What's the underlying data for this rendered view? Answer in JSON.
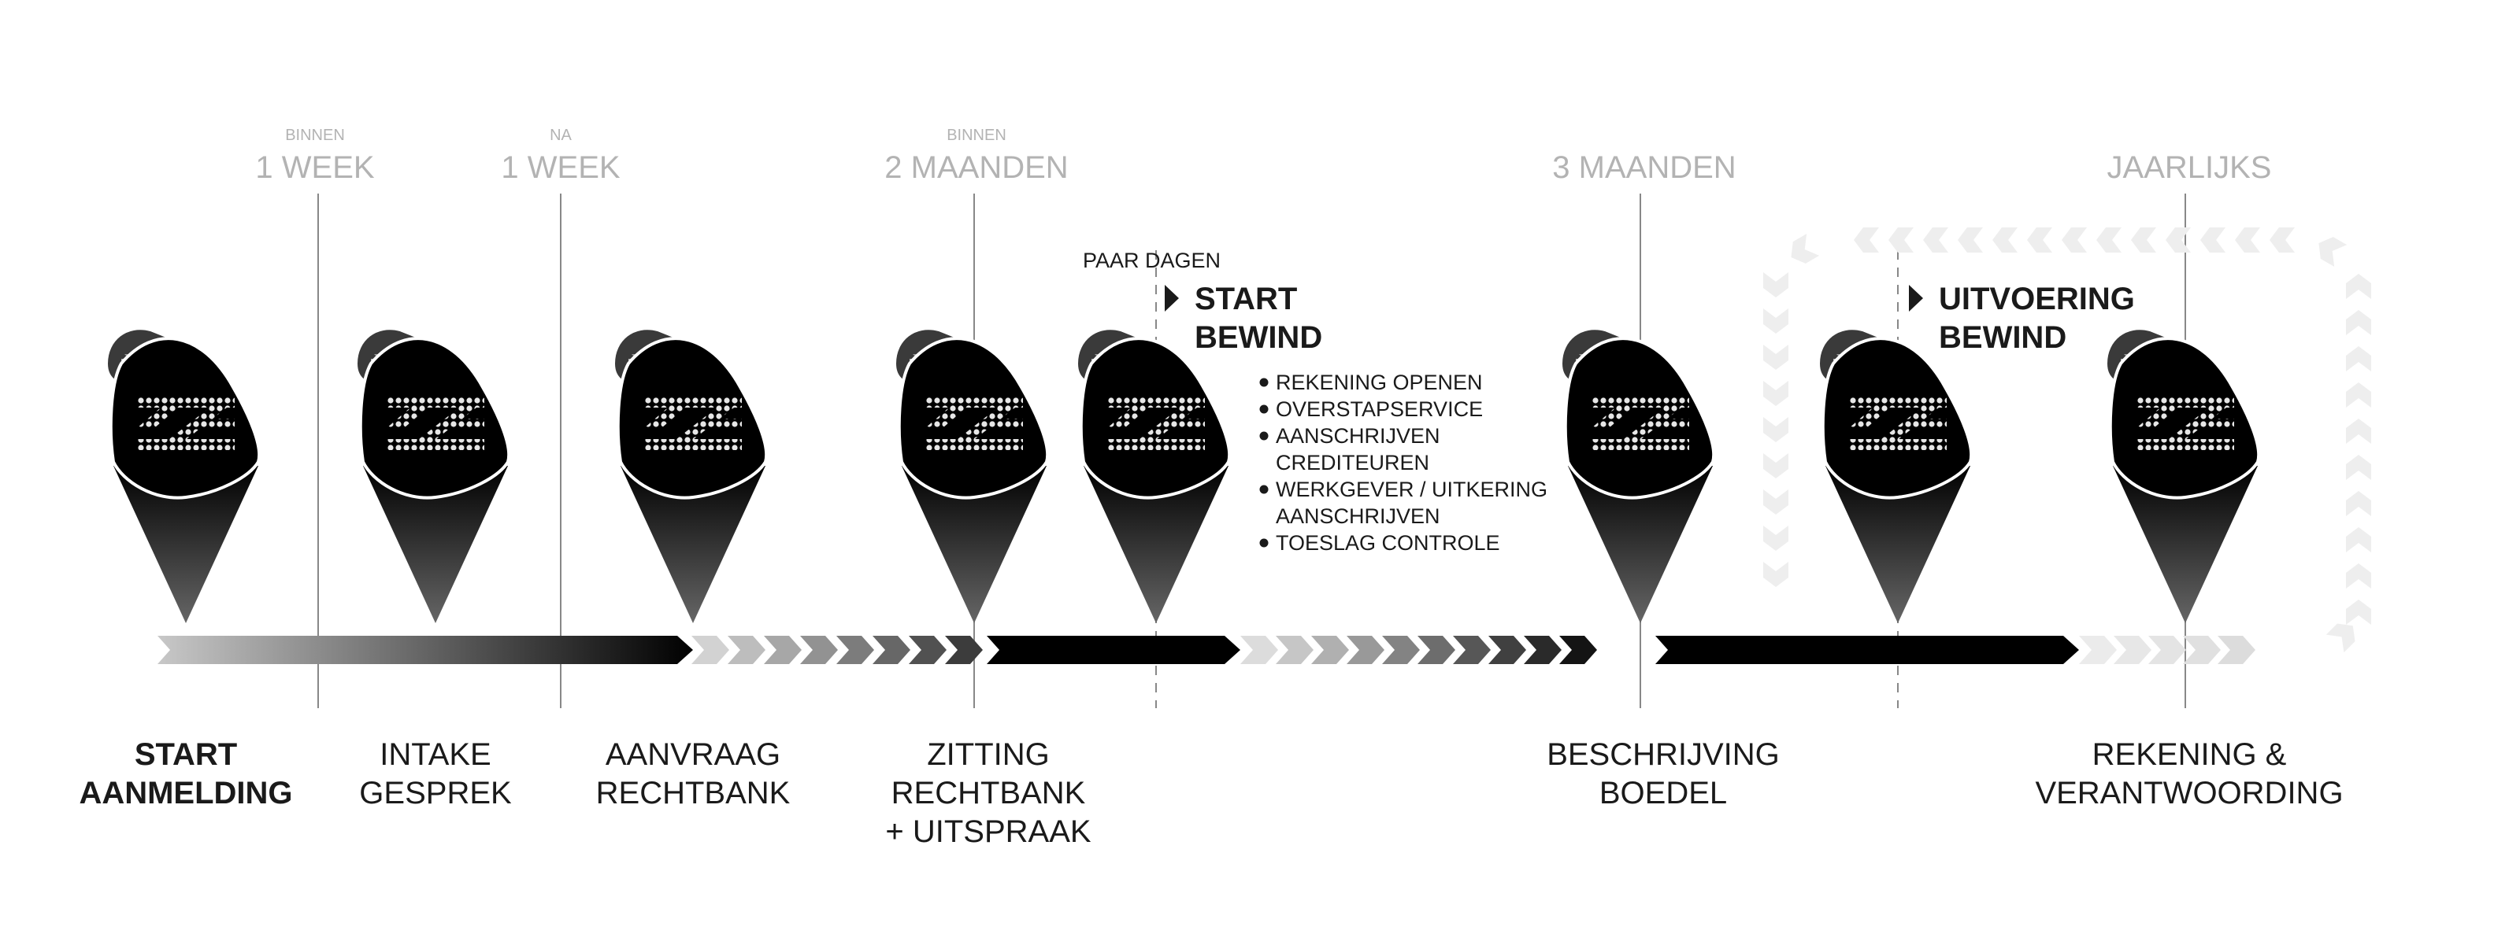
{
  "timeline": {
    "periods": [
      {
        "small": "BINNEN",
        "big": "1 WEEK"
      },
      {
        "small": "NA",
        "big": "1 WEEK"
      },
      {
        "small": "BINNEN",
        "big": "2 MAANDEN"
      },
      {
        "small": "",
        "big": "3 MAANDEN"
      },
      {
        "small": "",
        "big": "JAARLIJKS"
      }
    ],
    "steps": [
      {
        "lines": [
          "START",
          "AANMELDING"
        ]
      },
      {
        "lines": [
          "INTAKE",
          "GESPREK"
        ]
      },
      {
        "lines": [
          "AANVRAAG",
          "RECHTBANK"
        ]
      },
      {
        "lines": [
          "ZITTING",
          "RECHTBANK",
          "+ UITSPRAAK"
        ]
      },
      {
        "lines": [
          "BESCHRIJVING",
          "BOEDEL"
        ]
      },
      {
        "lines": [
          "REKENING &",
          "VERANTWOORDING"
        ]
      }
    ],
    "start_bewind": {
      "note": "PAAR DAGEN",
      "title": [
        "START",
        "BEWIND"
      ],
      "bullets": [
        [
          "REKENING OPENEN"
        ],
        [
          "OVERSTAPSERVICE"
        ],
        [
          "AANSCHRIJVEN",
          "CREDITEUREN"
        ],
        [
          "WERKGEVER / UITKERING",
          "AANSCHRIJVEN"
        ],
        [
          "TOESLAG CONTROLE"
        ]
      ]
    },
    "uitvoering_bewind": {
      "title": [
        "UITVOERING",
        "BEWIND"
      ]
    },
    "marker_count": 8,
    "colors": {
      "marker": "#000000",
      "label": "#1a1a1a",
      "period": "#b3b3b3",
      "line": "#888888"
    },
    "icons": [
      "location-pin-icon",
      "arrow-up-right-icon",
      "logo-mark"
    ]
  }
}
